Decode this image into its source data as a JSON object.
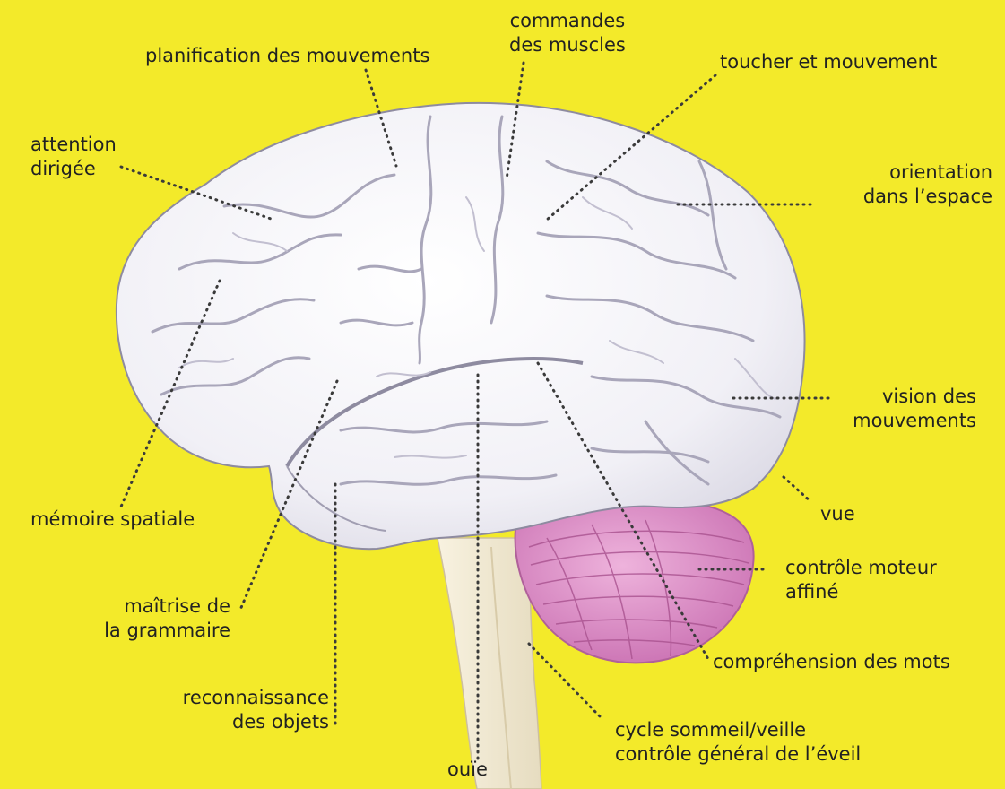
{
  "colors": {
    "background": "#f3ea2a",
    "cerebrum": "#f5f4f8",
    "sulcus": "#9a97aa",
    "cerebellum": "#d98ac4",
    "brainstem": "#f2ead3",
    "leader_line": "#3a3a3a"
  },
  "labels": {
    "commandes_muscles": {
      "line1": "commandes",
      "line2": "des muscles"
    },
    "planification": "planification des mouvements",
    "toucher": "toucher et mouvement",
    "attention": {
      "line1": "attention",
      "line2": "dirigée"
    },
    "orientation": {
      "line1": "orientation",
      "line2": "dans l’espace"
    },
    "vision": {
      "line1": "vision des",
      "line2": "mouvements"
    },
    "vue": "vue",
    "memoire": "mémoire spatiale",
    "controle_moteur": {
      "line1": "contrôle moteur",
      "line2": "affiné"
    },
    "grammaire": {
      "line1": "maîtrise de",
      "line2": "la grammaire"
    },
    "comprehension": "compréhension des mots",
    "reconnaissance": {
      "line1": "reconnaissance",
      "line2": "des objets"
    },
    "sommeil": {
      "line1": "cycle sommeil/veille",
      "line2": "contrôle général de l’éveil"
    },
    "ouie": "ouïe"
  }
}
